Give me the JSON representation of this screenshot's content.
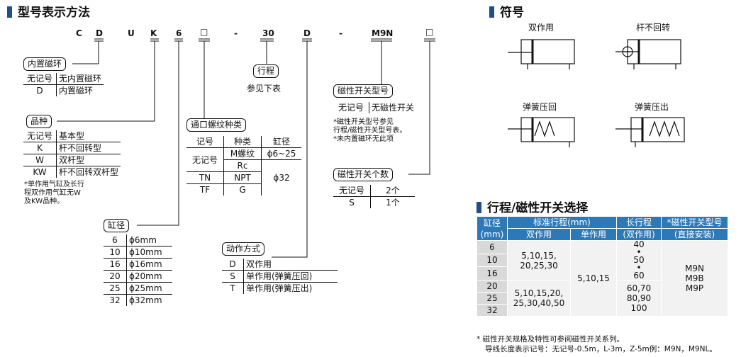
{
  "left_title": "型号表示方法",
  "symbol_title": "符号",
  "select_title": "行程/磁性开关选择",
  "code_parts": [
    "C",
    "D",
    "U",
    "K",
    "6",
    "□",
    "-",
    "30",
    "D",
    "-",
    "M9N",
    "□"
  ],
  "magnet": {
    "label": "内置磁环",
    "rows": [
      [
        "无记号",
        "无内置磁环"
      ],
      [
        "D",
        "内置磁环"
      ]
    ]
  },
  "variety": {
    "label": "品种",
    "rows": [
      [
        "无记号",
        "基本型"
      ],
      [
        "K",
        "杆不回转型"
      ],
      [
        "W",
        "双杆型"
      ],
      [
        "KW",
        "杆不回转双杆型"
      ]
    ],
    "note": [
      "*单作用气缸及长行",
      "程双作用气缸无W",
      "及KW品种。"
    ]
  },
  "bore": {
    "label": "缸径",
    "rows": [
      [
        "6",
        "ϕ6mm"
      ],
      [
        "10",
        "ϕ10mm"
      ],
      [
        "16",
        "ϕ16mm"
      ],
      [
        "20",
        "ϕ20mm"
      ],
      [
        "25",
        "ϕ25mm"
      ],
      [
        "32",
        "ϕ32mm"
      ]
    ]
  },
  "thread": {
    "label": "通口螺纹种类",
    "headers": [
      "记号",
      "种类",
      "缸径"
    ],
    "r1": [
      "无记号",
      "M螺纹",
      "ϕ6~25"
    ],
    "r2": [
      "Rc",
      "ϕ32"
    ],
    "r3": [
      "TN",
      "NPT"
    ],
    "r4": [
      "TF",
      "G"
    ]
  },
  "stroke": {
    "label": "行程",
    "sub": "参见下表"
  },
  "action": {
    "label": "动作方式",
    "rows": [
      [
        "D",
        "双作用"
      ],
      [
        "S",
        "单作用(弹簧压回)"
      ],
      [
        "T",
        "单作用(弹簧压出)"
      ]
    ]
  },
  "switch_model": {
    "label": "磁性开关型号",
    "rows": [
      [
        "无记号",
        "无磁性开关"
      ]
    ],
    "note": [
      "*磁性开关型号参见",
      "行程/磁性开关型号表。",
      "*未内置磁环无此项"
    ]
  },
  "switch_count": {
    "label": "磁性开关个数",
    "rows": [
      [
        "无记号",
        "2个"
      ],
      [
        "S",
        "1个"
      ]
    ]
  },
  "symbols": {
    "double": "双作用",
    "nonrot": "杆不回转",
    "spring_return": "弹簧压回",
    "spring_extend": "弹簧压出"
  },
  "select_table": {
    "h_bore": "缸径",
    "h_bore_unit": "(mm)",
    "h_std": "标准行程(mm)",
    "h_double": "双作用",
    "h_single": "单作用",
    "h_long": "长行程",
    "h_long_sub": "(双作用)",
    "h_switch": "*磁性开关型号",
    "h_switch_sub": "(直接安装)",
    "bores": [
      "6",
      "10",
      "16",
      "20",
      "25",
      "32"
    ],
    "double_a": [
      "5,10,15,",
      "20,25,30"
    ],
    "double_b": [
      "5,10,15,20,",
      "25,30,40,50"
    ],
    "single": "5,10,15",
    "long_a": [
      "40",
      "•",
      "50",
      "•",
      "60"
    ],
    "long_b": [
      "60,70",
      "80,90",
      "100"
    ],
    "switches": [
      "M9N",
      "M9B",
      "M9P"
    ]
  },
  "footer": [
    "* 磁性开关规格及特性可参阅磁性开关系列。",
    "导线长度表示记号：无记号-0.5m，L-3m，Z-5m例：M9N，M9NL。"
  ]
}
